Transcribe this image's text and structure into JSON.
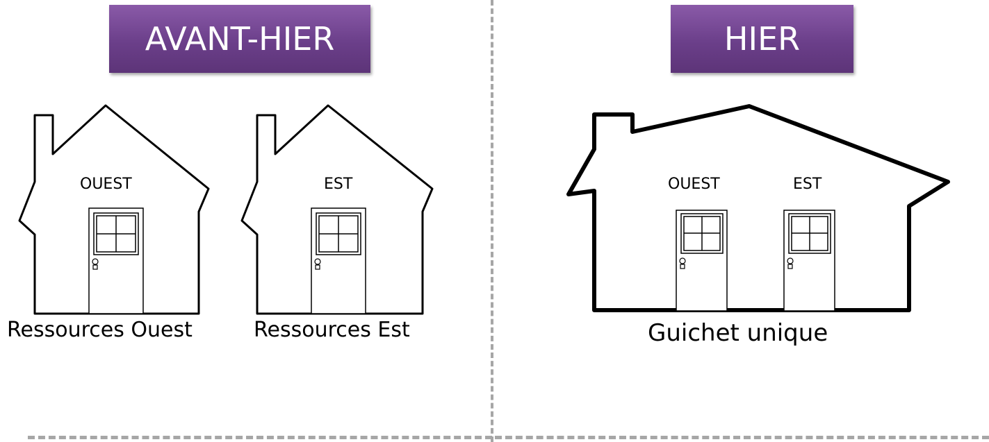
{
  "left_panel": {
    "banner": "AVANT-HIER",
    "house_west": {
      "door_label": "OUEST",
      "caption": "Ressources Ouest"
    },
    "house_east": {
      "door_label": "EST",
      "caption": "Ressources Est"
    }
  },
  "right_panel": {
    "banner": "HIER",
    "house": {
      "door_label_west": "OUEST",
      "door_label_east": "EST",
      "caption": "Guichet unique"
    }
  },
  "colors": {
    "banner": "#6b3f8a",
    "banner_text": "#ffffff",
    "divider": "#a6a6a6",
    "outline": "#000000"
  }
}
